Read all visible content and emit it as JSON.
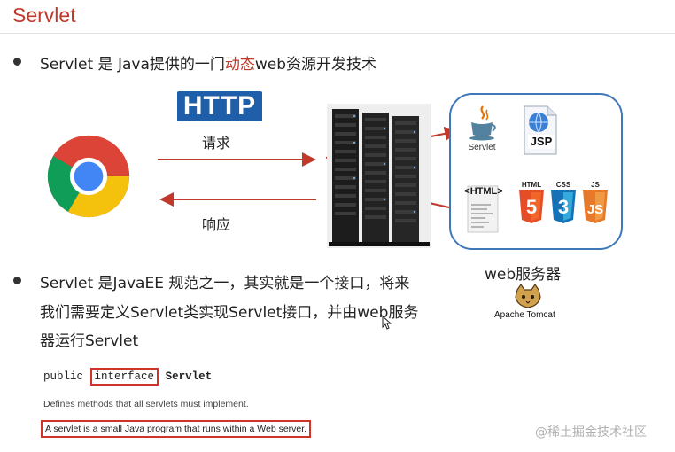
{
  "slide": {
    "title": "Servlet"
  },
  "bullets": [
    {
      "prefix": "Servlet 是 Java提供的一门",
      "highlight": "动态",
      "suffix": "web资源开发技术"
    },
    {
      "lines": [
        "Servlet 是JavaEE 规范之一，其实就是一个接口，将来",
        "我们需要定义Servlet类实现Servlet接口，并由web服务",
        "器运行Servlet"
      ]
    }
  ],
  "diagram": {
    "http_badge": "HTTP",
    "request_label": "请求",
    "response_label": "响应",
    "server_label": "web服务器",
    "tomcat_label": "Apache Tomcat",
    "icons": {
      "servlet": "Servlet",
      "jsp": "JSP",
      "html": "<HTML>",
      "html5": "HTML",
      "css3": "CSS",
      "js": "JS"
    },
    "colors": {
      "arrow": "#c0392b",
      "panel_border": "#3e78b8",
      "http_bg": "#1f5ea8",
      "html5": "#e44d26",
      "css3": "#1572b6",
      "js": "#e8782a"
    }
  },
  "code_sample": {
    "keyword": "public",
    "boxed_keyword": "interface",
    "class_name": "Servlet",
    "description": "Defines methods that all servlets must implement.",
    "boxed_description": "A servlet is a small Java program that runs within a Web server."
  },
  "watermark": "@稀土掘金技术社区"
}
